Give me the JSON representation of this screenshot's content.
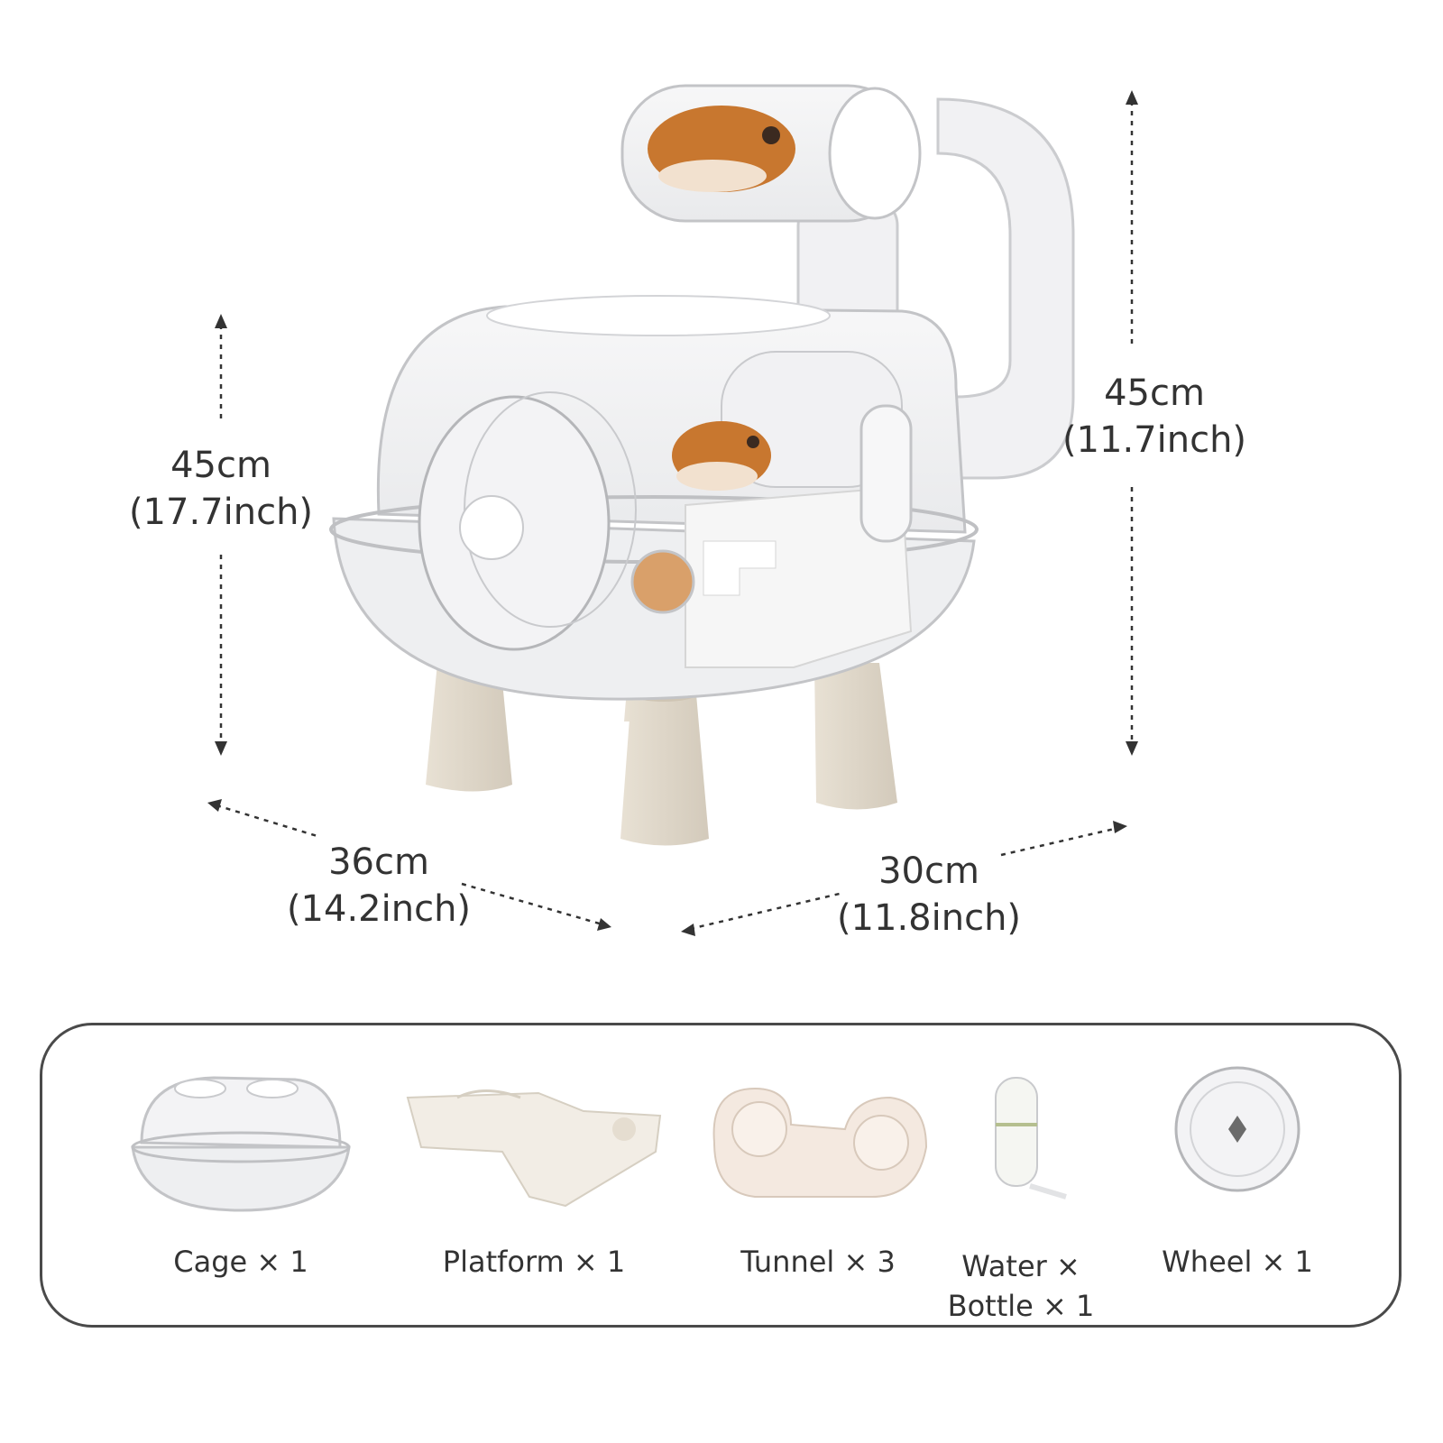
{
  "dimensions": {
    "height_left": {
      "cm": "45cm",
      "inch": "(17.7inch)"
    },
    "height_right": {
      "cm": "45cm",
      "inch": "(11.7inch)"
    },
    "width": {
      "cm": "36cm",
      "inch": "(14.2inch)"
    },
    "depth": {
      "cm": "30cm",
      "inch": "(11.8inch)"
    }
  },
  "components": [
    {
      "label": "Cage × 1",
      "icon": "cage-icon"
    },
    {
      "label": "Platform × 1",
      "icon": "platform-icon"
    },
    {
      "label": "Tunnel × 3",
      "icon": "tunnel-icon"
    },
    {
      "label_line1": "Water ×",
      "label_line2": "Bottle × 1",
      "icon": "water-bottle-icon"
    },
    {
      "label": "Wheel × 1",
      "icon": "wheel-icon"
    }
  ],
  "colors": {
    "text": "#333333",
    "frame": "#4a4a4a",
    "leg": "#ded6c8",
    "hamster": "#c8772f"
  }
}
